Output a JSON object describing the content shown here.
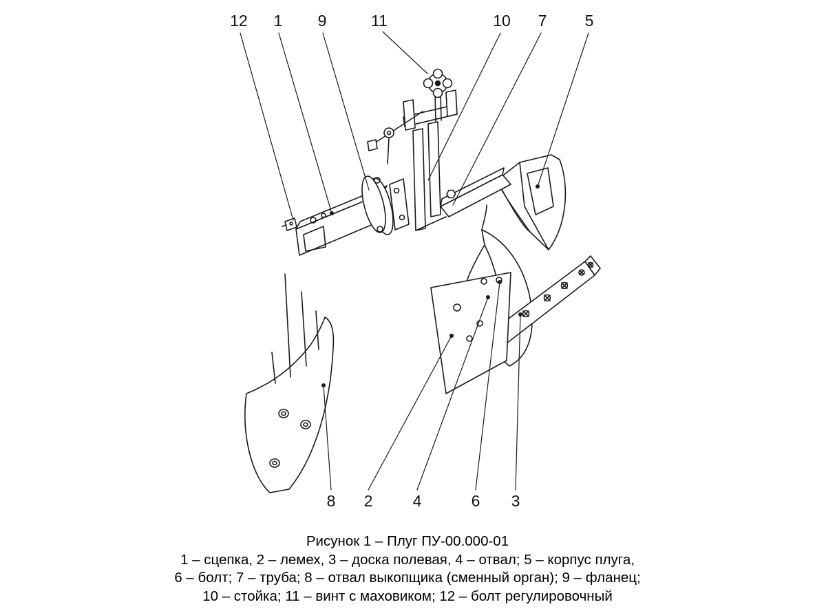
{
  "figure": {
    "caption": {
      "title": "Рисунок 1 – Плуг ПУ-00.000-01",
      "legend_line_1": "1 – сцепка, 2 – лемех, 3 – доска полевая, 4 – отвал; 5 – корпус плуга,",
      "legend_line_2": "6 – болт; 7 – труба; 8 – отвал выкопщика (сменный орган); 9 – фланец;",
      "legend_line_3": "10 – стойка; 11 – винт с маховиком; 12 – болт регулировочный"
    },
    "callouts": {
      "c12": "12",
      "c1": "1",
      "c9": "9",
      "c11": "11",
      "c10": "10",
      "c7": "7",
      "c5": "5",
      "c8": "8",
      "c2": "2",
      "c4": "4",
      "c6": "6",
      "c3": "3"
    },
    "parts": [
      {
        "num": "1",
        "name": "сцепка"
      },
      {
        "num": "2",
        "name": "лемех"
      },
      {
        "num": "3",
        "name": "доска полевая"
      },
      {
        "num": "4",
        "name": "отвал"
      },
      {
        "num": "5",
        "name": "корпус плуга"
      },
      {
        "num": "6",
        "name": "болт"
      },
      {
        "num": "7",
        "name": "труба"
      },
      {
        "num": "8",
        "name": "отвал выкопщика (сменный орган)"
      },
      {
        "num": "9",
        "name": "фланец"
      },
      {
        "num": "10",
        "name": "стойка"
      },
      {
        "num": "11",
        "name": "винт с маховиком"
      },
      {
        "num": "12",
        "name": "болт регулировочный"
      }
    ],
    "colors": {
      "line": "#1a1a1a",
      "background": "#ffffff"
    }
  }
}
